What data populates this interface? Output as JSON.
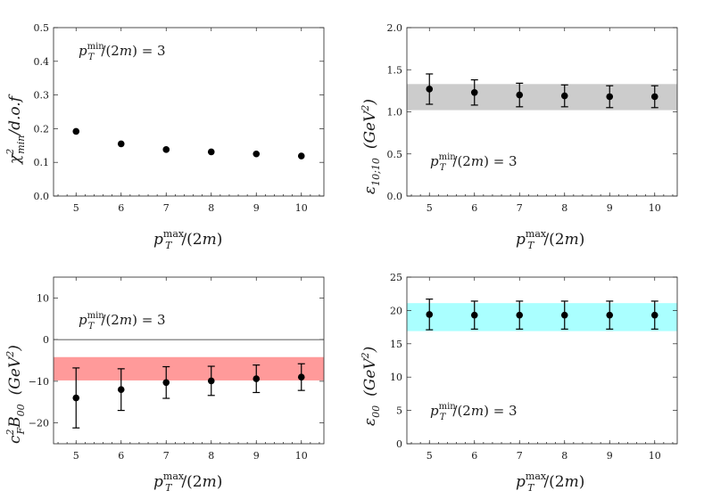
{
  "chart_data": [
    {
      "type": "scatter",
      "xlabel": "p_T^max/(2m)",
      "ylabel": "χ²_min/d.o.f",
      "annotation": "p_T^min/(2m) = 3",
      "xlim": [
        4.5,
        10.5
      ],
      "ylim": [
        0,
        0.5
      ],
      "xticks": [
        "5",
        "6",
        "7",
        "8",
        "9",
        "10"
      ],
      "yticks": [
        "0.0",
        "0.1",
        "0.2",
        "0.3",
        "0.4",
        "0.5"
      ],
      "x": [
        5,
        6,
        7,
        8,
        9,
        10
      ],
      "y": [
        0.192,
        0.155,
        0.138,
        0.131,
        0.125,
        0.119
      ],
      "band": null,
      "grid": false
    },
    {
      "type": "scatter",
      "xlabel": "p_T^max/(2m)",
      "ylabel": "ε_10;10 (GeV²)",
      "annotation": "p_T^min/(2m) = 3",
      "xlim": [
        4.5,
        10.5
      ],
      "ylim": [
        0,
        2.0
      ],
      "xticks": [
        "5",
        "6",
        "7",
        "8",
        "9",
        "10"
      ],
      "yticks": [
        "0.0",
        "0.5",
        "1.0",
        "1.5",
        "2.0"
      ],
      "x": [
        5,
        6,
        7,
        8,
        9,
        10
      ],
      "y": [
        1.27,
        1.23,
        1.2,
        1.19,
        1.18,
        1.18
      ],
      "yerr_low": [
        0.18,
        0.15,
        0.14,
        0.13,
        0.13,
        0.13
      ],
      "yerr_high": [
        0.18,
        0.15,
        0.14,
        0.13,
        0.13,
        0.13
      ],
      "band": [
        1.02,
        1.33
      ],
      "band_color": "#cccccc",
      "grid": false
    },
    {
      "type": "scatter",
      "xlabel": "p_T^max/(2m)",
      "ylabel": "c_F² B_00 (GeV²)",
      "annotation": "p_T^min/(2m) = 3",
      "xlim": [
        4.5,
        10.5
      ],
      "ylim": [
        -25,
        15
      ],
      "xticks": [
        "5",
        "6",
        "7",
        "8",
        "9",
        "10"
      ],
      "yticks": [
        "−20",
        "−10",
        "0",
        "10"
      ],
      "ytick_values": [
        -20,
        -10,
        0,
        10
      ],
      "x": [
        5,
        6,
        7,
        8,
        9,
        10
      ],
      "y": [
        -14,
        -12,
        -10.3,
        -9.9,
        -9.4,
        -9
      ],
      "yerr_low": [
        7.2,
        5,
        3.8,
        3.5,
        3.3,
        3.2
      ],
      "yerr_high": [
        7.2,
        5,
        3.8,
        3.5,
        3.3,
        3.2
      ],
      "band": [
        -9.8,
        -4.2
      ],
      "band_color": "#ff9a9a",
      "reference_line": 0,
      "grid": false
    },
    {
      "type": "scatter",
      "xlabel": "p_T^max/(2m)",
      "ylabel": "ε_00 (GeV²)",
      "annotation": "p_T^min/(2m) = 3",
      "xlim": [
        4.5,
        10.5
      ],
      "ylim": [
        0,
        25
      ],
      "xticks": [
        "5",
        "6",
        "7",
        "8",
        "9",
        "10"
      ],
      "yticks": [
        "0",
        "5",
        "10",
        "15",
        "20",
        "25"
      ],
      "x": [
        5,
        6,
        7,
        8,
        9,
        10
      ],
      "y": [
        19.4,
        19.3,
        19.3,
        19.3,
        19.3,
        19.3
      ],
      "yerr_low": [
        2.3,
        2.1,
        2.1,
        2.1,
        2.1,
        2.1
      ],
      "yerr_high": [
        2.3,
        2.1,
        2.1,
        2.1,
        2.1,
        2.1
      ],
      "band": [
        16.9,
        21.1
      ],
      "band_color": "#aaffff",
      "grid": false
    }
  ]
}
